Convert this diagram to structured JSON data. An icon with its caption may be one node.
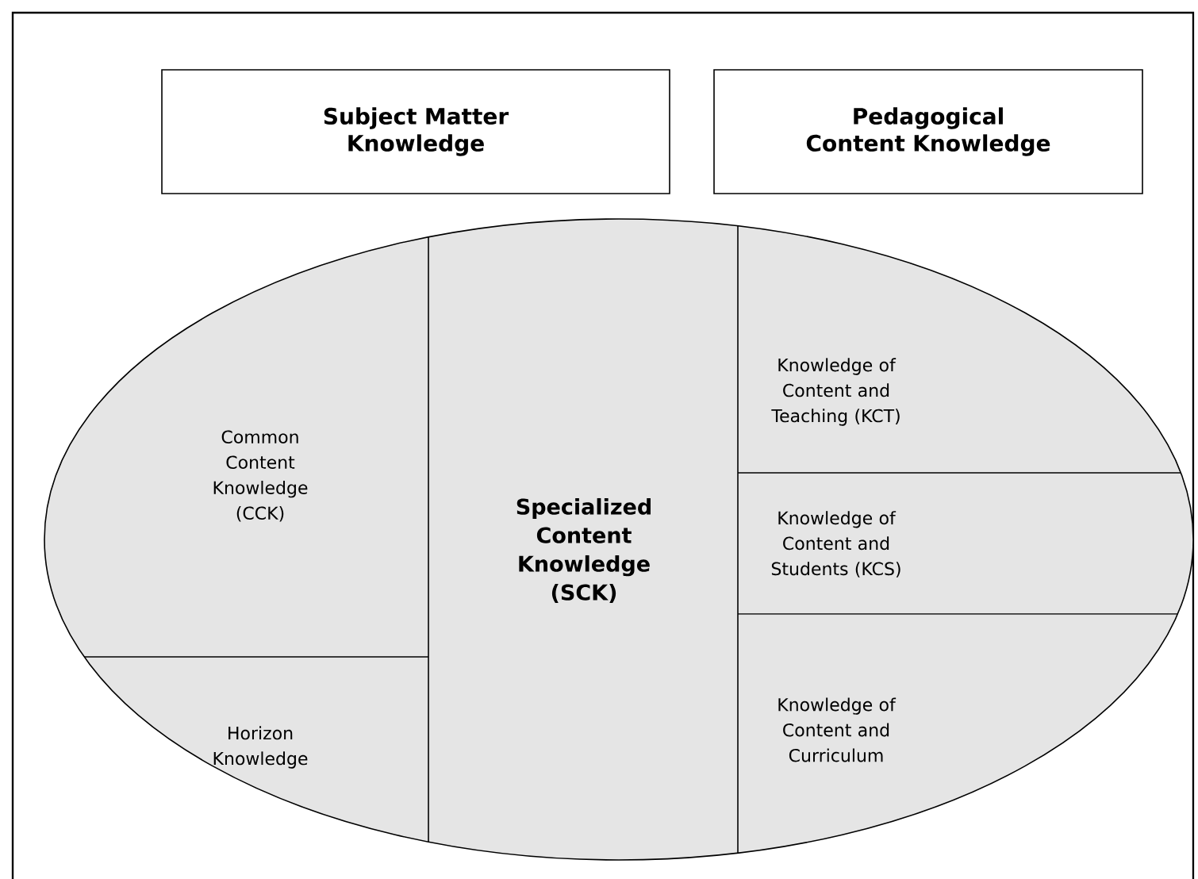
{
  "diagram": {
    "nodes": [
      {
        "text": [
          "Subject Matter Knowledge"
        ]
      },
      {
        "text": [
          "Pedagogical Content Knowledge"
        ]
      },
      {
        "text": [],
        "shape": "ellipse"
      },
      {
        "text": [
          "Common Content Knowledge (CCK)"
        ],
        "in": 2
      },
      {
        "text": [
          "Horizon Knowledge"
        ],
        "in": 2
      },
      {
        "text": [
          "Specialized Content Knowledge (SCK)"
        ],
        "in": 2
      },
      {
        "text": [
          "Knowledge of Content and Teaching (KCT)"
        ],
        "in": 2
      },
      {
        "text": [
          "Knowledge of Content and Students (KCS)"
        ],
        "in": 2
      },
      {
        "text": [
          "Knowledge of Content and Curriculum"
        ],
        "in": 2
      }
    ],
    "edges": []
  }
}
